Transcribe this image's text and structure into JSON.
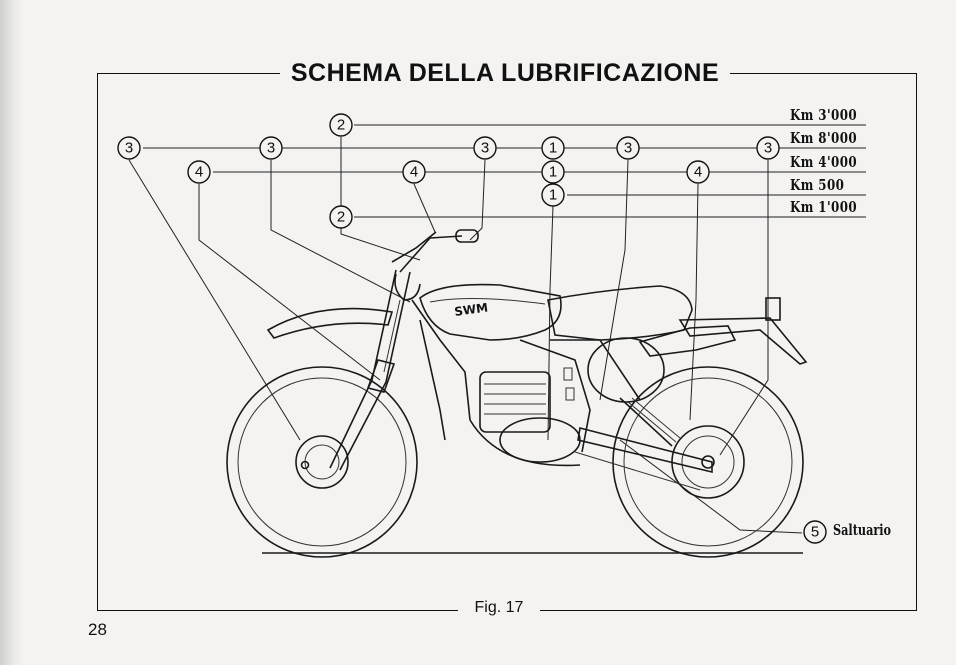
{
  "page": {
    "title": "SCHEMA DELLA LUBRIFICAZIONE",
    "figure_caption": "Fig. 17",
    "page_number": "28"
  },
  "legend": [
    {
      "marker": "2",
      "interval": "Km 3'000"
    },
    {
      "marker": "3",
      "interval": "Km 8'000"
    },
    {
      "marker": "4",
      "interval": "Km 4'000"
    },
    {
      "marker": "1",
      "interval": "Km 500"
    },
    {
      "marker": "2",
      "interval": "Km 1'000"
    }
  ],
  "occasional": {
    "marker": "5",
    "label": "Saltuario"
  },
  "markers": {
    "row1": [
      "2"
    ],
    "row2": [
      "3",
      "3",
      "3",
      "1",
      "3",
      "3"
    ],
    "row3": [
      "4",
      "4",
      "1",
      "4"
    ],
    "row4": [
      "1"
    ],
    "row5": [
      "2"
    ]
  },
  "tank_logo": "SWM"
}
